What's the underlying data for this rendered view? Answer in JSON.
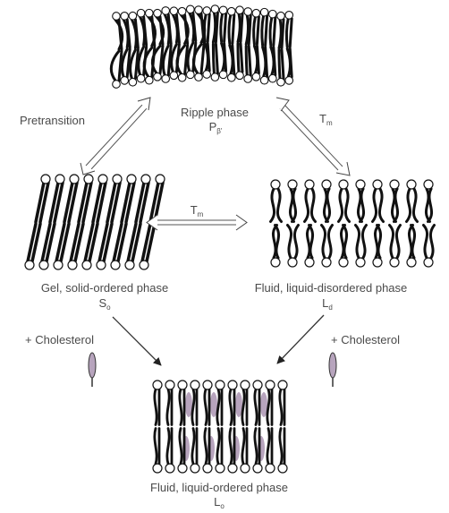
{
  "phases": {
    "ripple": {
      "name": "Ripple phase",
      "symbol": "P",
      "subscript": "β'"
    },
    "gel": {
      "name": "Gel, solid-ordered phase",
      "symbol": "S",
      "subscript": "o"
    },
    "fluid": {
      "name": "Fluid, liquid-disordered phase",
      "symbol": "L",
      "subscript": "d"
    },
    "liquid_ordered": {
      "name": "Fluid, liquid-ordered phase",
      "symbol": "L",
      "subscript": "o"
    }
  },
  "transitions": {
    "pretransition": "Pretransition",
    "main_ripple": {
      "symbol": "T",
      "subscript": "m"
    },
    "main_gel_fluid": {
      "symbol": "T",
      "subscript": "m"
    },
    "cholesterol_left": "+ Cholesterol",
    "cholesterol_right": "+ Cholesterol"
  },
  "colors": {
    "lipid": "#111111",
    "head_fill": "#ffffff",
    "cholesterol": "#b7a4bd",
    "arrow": "#333333",
    "text": "#4a4a4a"
  }
}
